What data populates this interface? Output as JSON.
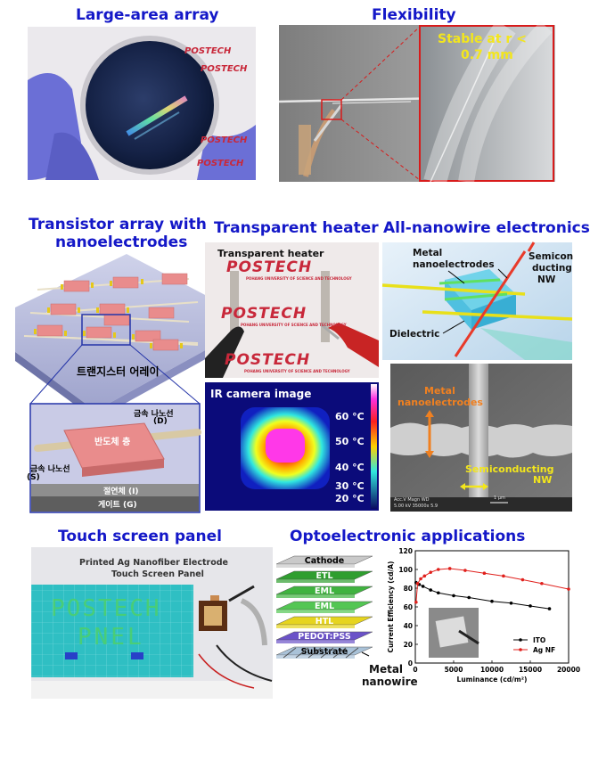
{
  "titles": {
    "large_area": "Large-area array",
    "flexibility": "Flexibility",
    "transistor_array_l1": "Transistor array with",
    "transistor_array_l2": "nanoelectrodes",
    "transparent_heater": "Transparent heater",
    "all_nanowire": "All-nanowire electronics",
    "touch_screen": "Touch screen panel",
    "optoelectronic": "Optoelectronic applications"
  },
  "large_area": {
    "logo_text": "POSTECH"
  },
  "flexibility": {
    "stable_l1": "Stable at r <",
    "stable_l2": "0.7 mm"
  },
  "transistor": {
    "array_label": "트랜지스터 어레이",
    "metal_nanowire_d_l1": "금속 나노선",
    "metal_nanowire_d_l2": "(D)",
    "semiconductor_layer": "반도체 층",
    "metal_nanowire_s_l1": "금속 나노선",
    "metal_nanowire_s_l2": "(S)",
    "insulator": "절연체 (I)",
    "gate": "게이트 (G)"
  },
  "heater": {
    "label": "Transparent heater",
    "logo": "POSTECH",
    "logo_sub": "POHANG UNIVERSITY OF SCIENCE AND TECHNOLOGY",
    "ir_title": "IR camera image",
    "temps": [
      "60 °C",
      "50 °C",
      "40 °C",
      "30 °C",
      "20 °C"
    ]
  },
  "all_nanowire": {
    "metal_l1": "Metal",
    "metal_l2": "nanoelectrodes",
    "semi_l1": "Semicon",
    "semi_l2": "ducting",
    "semi_l3": "NW",
    "dielectric": "Dielectric",
    "sem_metal_l1": "Metal",
    "sem_metal_l2": "nanoelectrodes",
    "sem_semi_l1": "Semiconducting",
    "sem_semi_l2": "NW",
    "sem_info_l1": "Acc.V  Magn   WD",
    "sem_info_l2": "5.00 kV 35000x  5.9",
    "sem_scale": "1 μm"
  },
  "touch": {
    "screen_l1": "Printed Ag Nanofiber Electrode",
    "screen_l2": "Touch Screen Panel",
    "handwriting_l1": "POSTECH",
    "handwriting_l2": "PNEL"
  },
  "oled": {
    "layers": [
      {
        "label": "Cathode",
        "color": "#c9c9c9",
        "text_color": "#000000"
      },
      {
        "label": "ETL",
        "color": "#2f9e2f",
        "text_color": "#ffffff"
      },
      {
        "label": "EML",
        "color": "#3fb33f",
        "text_color": "#ffffff"
      },
      {
        "label": "EML",
        "color": "#53c653",
        "text_color": "#ffffff"
      },
      {
        "label": "HTL",
        "color": "#e6d41e",
        "text_color": "#ffffff"
      },
      {
        "label": "PEDOT:PSS",
        "color": "#6b52c8",
        "text_color": "#ffffff"
      },
      {
        "label": "Substrate",
        "color": "#a9c2d8",
        "text_color": "#000000"
      }
    ],
    "metal_nanowire_l1": "Metal",
    "metal_nanowire_l2": "nanowire"
  },
  "chart_data": {
    "type": "line",
    "xlabel": "Luminance (cd/m²)",
    "ylabel": "Current Efficiency (cd/A)",
    "xlim": [
      0,
      20000
    ],
    "ylim": [
      0,
      120
    ],
    "xticks": [
      "0",
      "5000",
      "10000",
      "15000",
      "20000"
    ],
    "yticks": [
      "0",
      "20",
      "40",
      "60",
      "80",
      "100",
      "120"
    ],
    "legend_position": "bottom-right",
    "series": [
      {
        "name": "ITO",
        "color": "#000000",
        "x": [
          100,
          500,
          1000,
          2000,
          3000,
          5000,
          7000,
          10000,
          12500,
          15000,
          17500
        ],
        "y": [
          86,
          84,
          82,
          78,
          75,
          72,
          70,
          66,
          64,
          61,
          58
        ]
      },
      {
        "name": "Ag NF",
        "color": "#e0201c",
        "x": [
          100,
          300,
          700,
          1200,
          2000,
          3000,
          4500,
          6500,
          9000,
          11500,
          14000,
          16500,
          20000
        ],
        "y": [
          65,
          85,
          90,
          93,
          97,
          100,
          101,
          99,
          96,
          93,
          89,
          85,
          79
        ]
      }
    ]
  }
}
